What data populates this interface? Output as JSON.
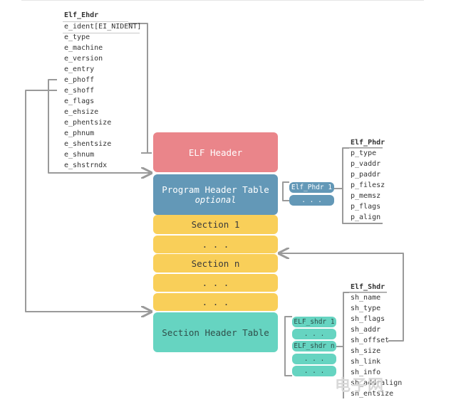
{
  "ehdr": {
    "title": "Elf_Ehdr",
    "fields": [
      "e_ident[EI_NIDENT]",
      "e_type",
      "e_machine",
      "e_version",
      "e_entry",
      "e_phoff",
      "e_shoff",
      "e_flags",
      "e_ehsize",
      "e_phentsize",
      "e_phnum",
      "e_shentsize",
      "e_shnum",
      "e_shstrndx"
    ]
  },
  "phdr": {
    "title": "Elf_Phdr",
    "fields": [
      "p_type",
      "p_vaddr",
      "p_paddr",
      "p_filesz",
      "p_memsz",
      "p_flags",
      "p_align"
    ]
  },
  "shdr": {
    "title": "Elf_Shdr",
    "fields": [
      "sh_name",
      "sh_type",
      "sh_flags",
      "sh_addr",
      "sh_offset",
      "sh_size",
      "sh_link",
      "sh_info",
      "sh_addralign",
      "sh_entsize"
    ]
  },
  "blocks": {
    "elf_header": "ELF Header",
    "pht": "Program Header Table",
    "pht_sub": "optional",
    "section1": "Section 1",
    "dots1": ". . .",
    "sectionn": "Section n",
    "dots2": ". . .",
    "dots3": ". . .",
    "sht": "Section Header Table"
  },
  "phdr_stack": {
    "item1": "Elf_Phdr 1",
    "dots": ". . ."
  },
  "shdr_stack": {
    "item1": "ELF_shdr 1",
    "dots1": ". . .",
    "itemn": "ELF_shdr n",
    "dots2": ". . .",
    "dots3": ". . ."
  },
  "watermark": "电子网"
}
